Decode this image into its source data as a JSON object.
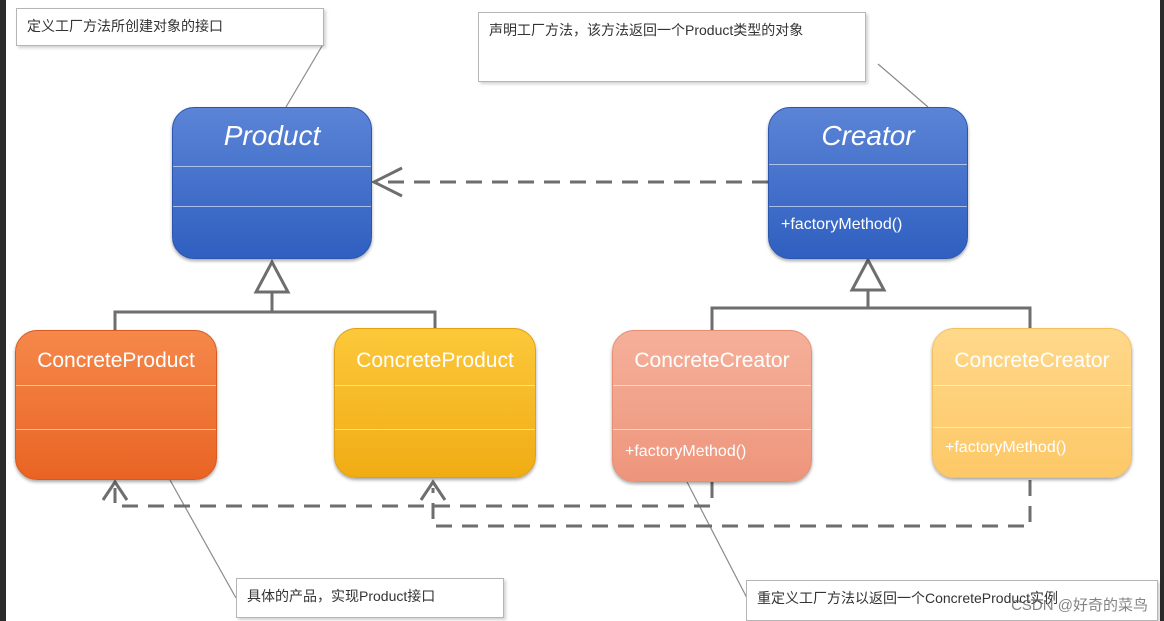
{
  "classes": {
    "product": {
      "name": "Product",
      "method": ""
    },
    "creator": {
      "name": "Creator",
      "method": "+factoryMethod()"
    },
    "concrete_product_1": {
      "name": "ConcreteProduct",
      "method": ""
    },
    "concrete_product_2": {
      "name": "ConcreteProduct",
      "method": ""
    },
    "concrete_creator_1": {
      "name": "ConcreteCreator",
      "method": "+factoryMethod()"
    },
    "concrete_creator_2": {
      "name": "ConcreteCreator",
      "method": "+factoryMethod()"
    }
  },
  "notes": {
    "product": "定义工厂方法所创建对象的接口",
    "creator": "声明工厂方法，该方法返回一个Product类型的对象",
    "concrete_product": "具体的产品，实现Product接口",
    "concrete_creator": "重定义工厂方法以返回一个ConcreteProduct实例"
  },
  "watermark": "CSDN @好奇的菜鸟",
  "colors": {
    "blue": "#3a67c9",
    "orange": "#ee6e2e",
    "yellow": "#f6b820",
    "salmon": "#f2a088",
    "light_yellow": "#fed072",
    "line": "#6e6e6e"
  }
}
